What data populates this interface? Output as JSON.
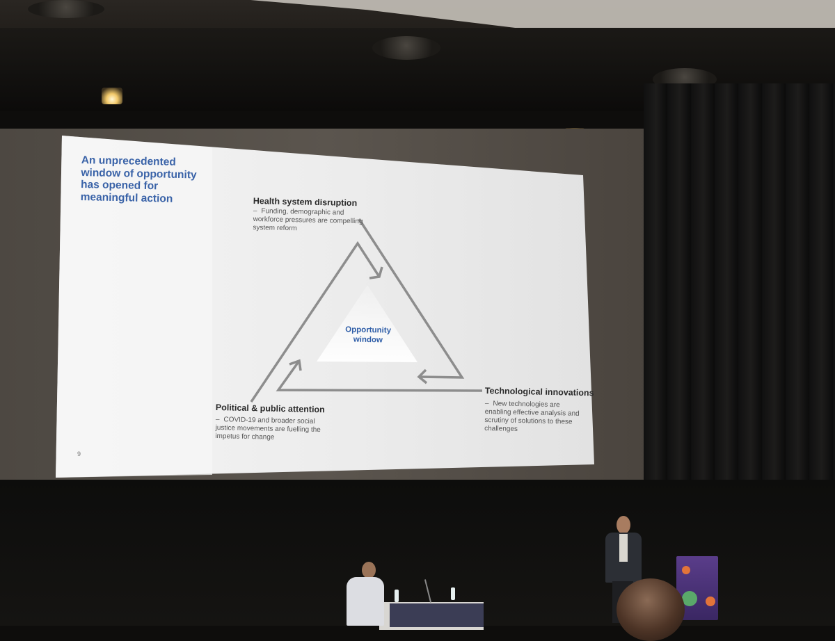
{
  "slide": {
    "title": "An unprecedented window of opportunity has opened for meaningful action",
    "center_label": "Opportunity window",
    "page_number": "9",
    "drivers": [
      {
        "heading": "Health system disruption",
        "description": "Funding, demographic and workforce pressures are compelling system reform"
      },
      {
        "heading": "Technological innovations",
        "description": "New technologies are enabling effective analysis and scrutiny of solutions to these challenges"
      },
      {
        "heading": "Political & public attention",
        "description": "COVID-19 and broader social justice movements are fuelling the impetus for change"
      }
    ],
    "colors": {
      "title": "#3a63a8",
      "arrows": "#8d8d8d",
      "slide_background": "#ececec"
    }
  },
  "scene": {
    "setting": "conference stage",
    "icons": [
      "spotlight-icon",
      "speaker-dome-icon",
      "podium-icon"
    ],
    "colors": {
      "podium": "#4a3275",
      "curtain": "#141414"
    }
  }
}
